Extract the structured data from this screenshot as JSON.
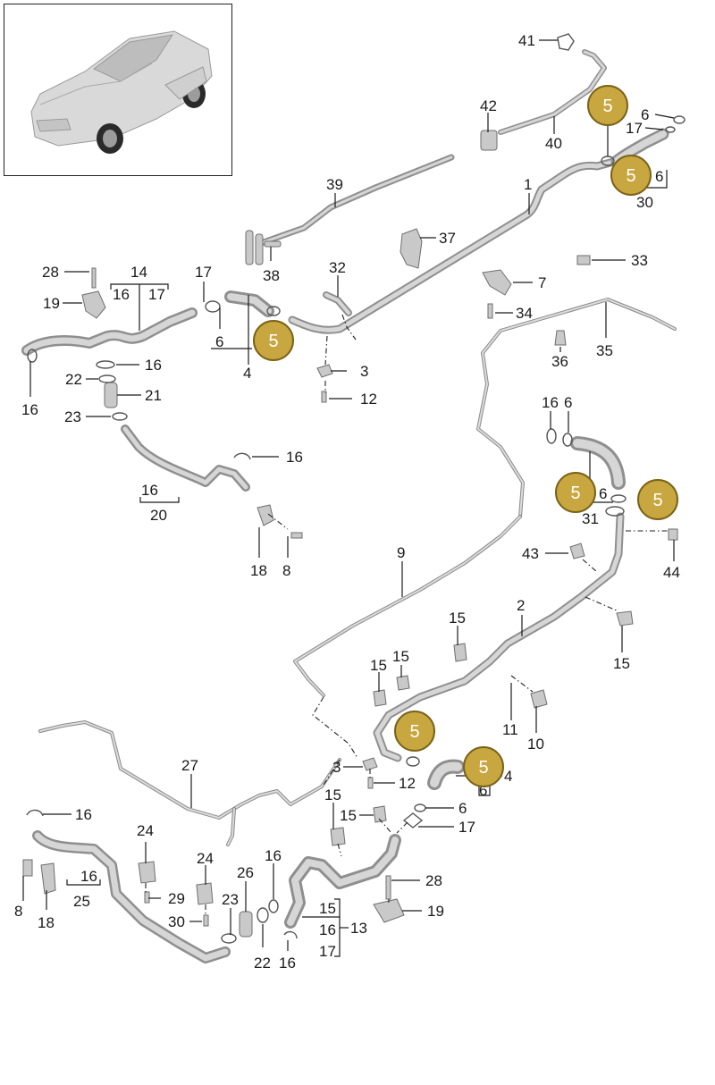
{
  "diagram": {
    "badge_colors": {
      "fill": "#c8a640",
      "stroke": "#7a6317",
      "text": "#ffffff"
    },
    "callouts": {
      "c41": "41",
      "c42": "42",
      "c40": "40",
      "c6a": "6",
      "c17a": "17",
      "c6b": "6",
      "c30": "30",
      "c39": "39",
      "c1": "1",
      "c37": "37",
      "c38": "38",
      "c33": "33",
      "c28a": "28",
      "c14": "14",
      "c16a": "16",
      "c17b": "17",
      "c17c": "17",
      "c32": "32",
      "c19a": "19",
      "c7": "7",
      "c34": "34",
      "c6c": "6",
      "c4a": "4",
      "c35": "35",
      "c36": "36",
      "c16b": "16",
      "c22a": "22",
      "c3a": "3",
      "c16c": "16",
      "c21": "21",
      "c12a": "12",
      "c23a": "23",
      "c16d": "16",
      "c6d": "6",
      "c16e": "16",
      "c16f": "16",
      "c6e": "6",
      "c31": "31",
      "c20": "20",
      "c18a": "18",
      "c8a": "8",
      "c9": "9",
      "c43": "43",
      "c44": "44",
      "c2": "2",
      "c15a": "15",
      "c15b": "15",
      "c15c": "15",
      "c15d": "15",
      "c11": "11",
      "c10": "10",
      "c3b": "3",
      "c12b": "12",
      "c4b": "4",
      "c6f": "6",
      "c27": "27",
      "c16g": "16",
      "c15e": "15",
      "c6g": "6",
      "c17d": "17",
      "c24a": "24",
      "c24b": "24",
      "c16h": "16",
      "c25": "25",
      "c8b": "8",
      "c18b": "18",
      "c29": "29",
      "c30b": "30",
      "c26": "26",
      "c16i": "16",
      "c28b": "28",
      "c19b": "19",
      "c23b": "23",
      "c15f": "15",
      "c16j": "16",
      "c17e": "17",
      "c13": "13",
      "c22b": "22",
      "c16k": "16"
    },
    "badges": [
      "5",
      "5",
      "5",
      "5",
      "5",
      "5",
      "5"
    ]
  }
}
